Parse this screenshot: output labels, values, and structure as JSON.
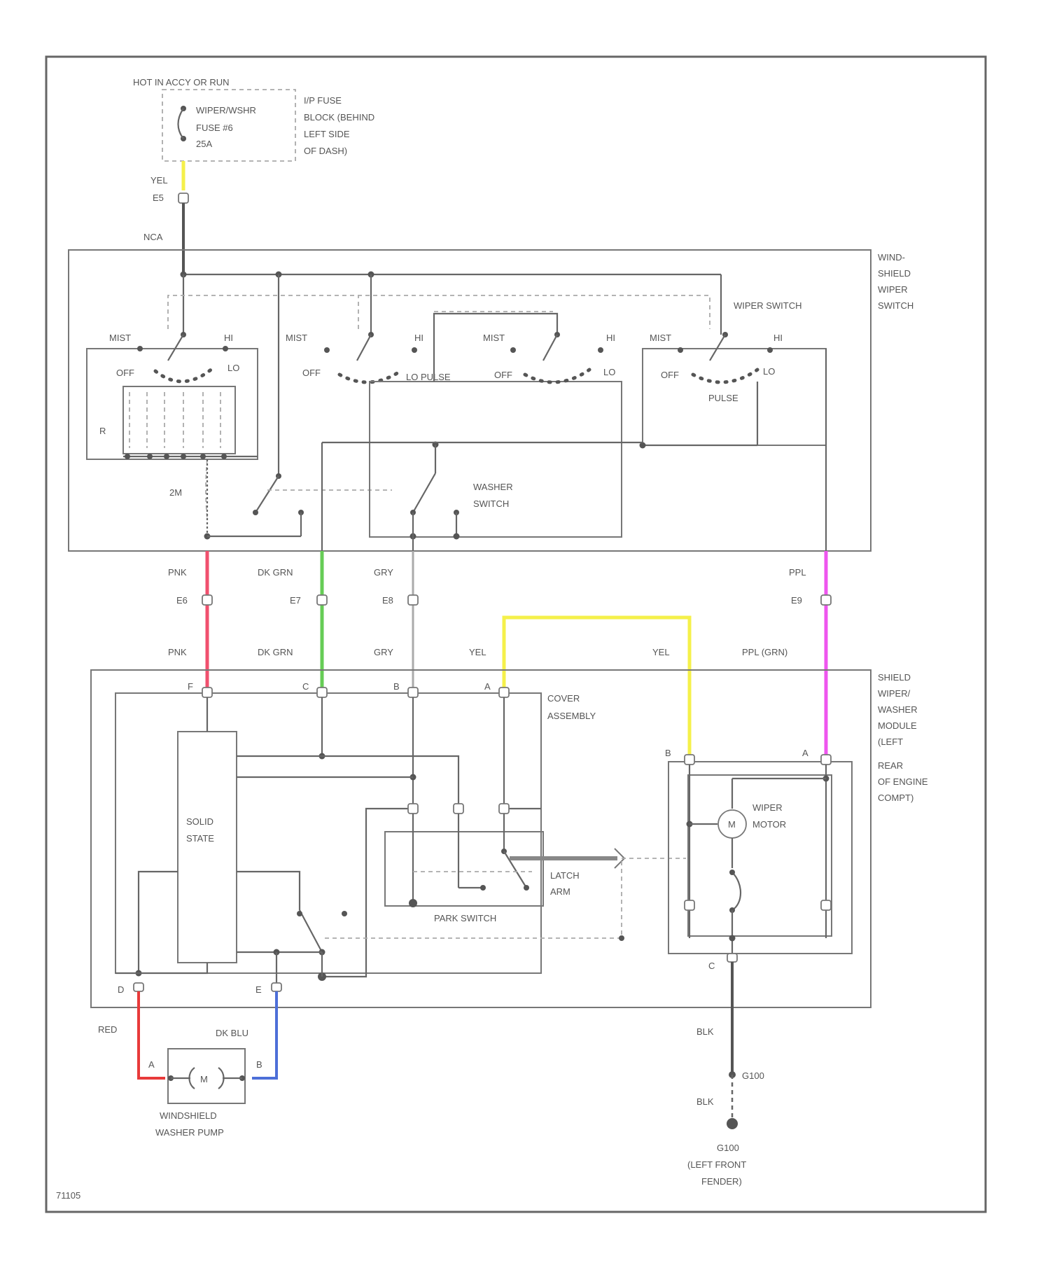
{
  "fuse_block": {
    "power": "HOT IN ACCY OR RUN",
    "fuse_name": "WIPER/WSHR",
    "fuse_num": "FUSE #6",
    "fuse_amp": "25A",
    "loc_line1": "I/P FUSE",
    "loc_line2": "BLOCK (BEHIND",
    "loc_line3": "LEFT SIDE",
    "loc_line4": "OF DASH)"
  },
  "top_wire": {
    "color": "YEL",
    "pin": "E5",
    "pin2": "NCA"
  },
  "switch_module": {
    "name_line1": "WIND-",
    "name_line2": "SHIELD",
    "name_line3": "WIPER",
    "name_line4": "SWITCH",
    "wiper_switch": "WIPER SWITCH",
    "washer_switch_line1": "WASHER",
    "washer_switch_line2": "SWITCH",
    "mist": "MIST",
    "hi": "HI",
    "off": "OFF",
    "lo": "LO",
    "lo_pulse": "LO PULSE",
    "pulse": "PULSE",
    "resistor": "R",
    "resistor_value": "2M"
  },
  "wires_mid": [
    {
      "color_label": "PNK",
      "pin": "E6",
      "label2": "PNK",
      "color": "#f0506e"
    },
    {
      "color_label": "DK GRN",
      "pin": "E7",
      "label2": "DK GRN",
      "color": "#66cc55"
    },
    {
      "color_label": "GRY",
      "pin": "E8",
      "label2": "GRY",
      "color": "#999999"
    },
    {
      "color_label": "PPL",
      "pin": "E9",
      "label2": "PPL (GRN)",
      "color": "#ee55ee"
    }
  ],
  "yellow_link": {
    "left": "YEL",
    "right": "YEL",
    "color": "#f5f04a"
  },
  "cover": {
    "line1": "COVER",
    "line2": "ASSEMBLY",
    "pins": [
      "F",
      "C",
      "B",
      "A"
    ],
    "solid_state_line1": "SOLID",
    "solid_state_line2": "STATE",
    "park_switch": "PARK SWITCH",
    "latch_arm_line1": "LATCH",
    "latch_arm_line2": "ARM",
    "pin_d": "D",
    "pin_e": "E"
  },
  "motor_module": {
    "name_line1": "SHIELD",
    "name_line2": "WIPER/",
    "name_line3": "WASHER",
    "name_line4": "MODULE",
    "name_line5": "(LEFT",
    "name_line6": "REAR",
    "name_line7": "OF ENGINE",
    "name_line8": "COMPT)",
    "motor_line1": "WIPER",
    "motor_line2": "MOTOR",
    "pin_b": "B",
    "pin_a": "A",
    "pin_c": "C",
    "m": "M"
  },
  "pump": {
    "left_wire": "RED",
    "right_wire": "DK BLU",
    "pin_a": "A",
    "pin_b": "B",
    "m": "M",
    "name_line1": "WINDSHIELD",
    "name_line2": "WASHER PUMP",
    "red": "#e83a3a",
    "blue": "#4d6fd8"
  },
  "ground": {
    "wire1": "BLK",
    "splice": "G100",
    "wire2": "BLK",
    "name_line1": "G100",
    "name_line2": "(LEFT FRONT",
    "name_line3": "FENDER)"
  },
  "figure_id": "71105"
}
